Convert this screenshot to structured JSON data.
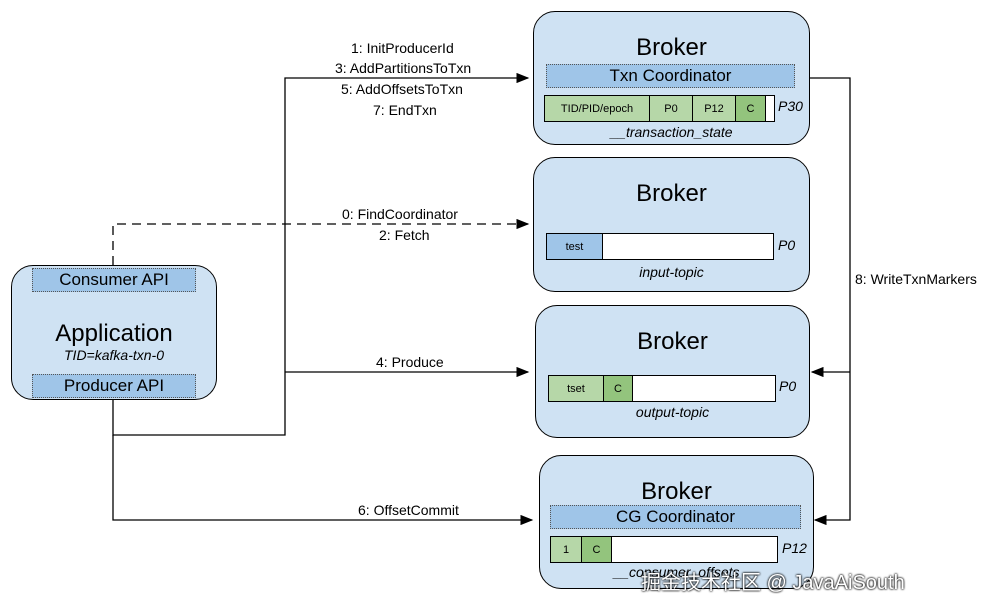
{
  "broker1": {
    "title": "Broker",
    "coordinator": "Txn Coordinator",
    "cells": [
      "TID/PID/epoch",
      "P0",
      "P12",
      "C"
    ],
    "partition": "P30",
    "topic": "__transaction_state"
  },
  "broker2": {
    "title": "Broker",
    "cells": [
      "test"
    ],
    "partition": "P0",
    "topic": "input-topic"
  },
  "broker3": {
    "title": "Broker",
    "cells": [
      "tset",
      "C"
    ],
    "partition": "P0",
    "topic": "output-topic"
  },
  "broker4": {
    "title": "Broker",
    "coordinator": "CG Coordinator",
    "cells": [
      "1",
      "C"
    ],
    "partition": "P12",
    "topic": "__consumer_offsets"
  },
  "app": {
    "title": "Application",
    "tid": "TID=kafka-txn-0",
    "consumer": "Consumer API",
    "producer": "Producer API"
  },
  "arrows": {
    "init": "1: InitProducerId",
    "addpart": "3: AddPartitionsToTxn",
    "addoff": "5: AddOffsetsToTxn",
    "endtxn": "7: EndTxn",
    "findcoord": "0: FindCoordinator",
    "fetch": "2: Fetch",
    "produce": "4: Produce",
    "offsetcommit": "6: OffsetCommit",
    "writemarkers": "8: WriteTxnMarkers"
  },
  "watermark": "掘金技术社区 @ JavaAiSouth",
  "colors": {
    "box": "#cfe2f3",
    "coordinator": "#9fc5e8",
    "cell": "#b6d7a8",
    "commit": "#93c47d"
  }
}
